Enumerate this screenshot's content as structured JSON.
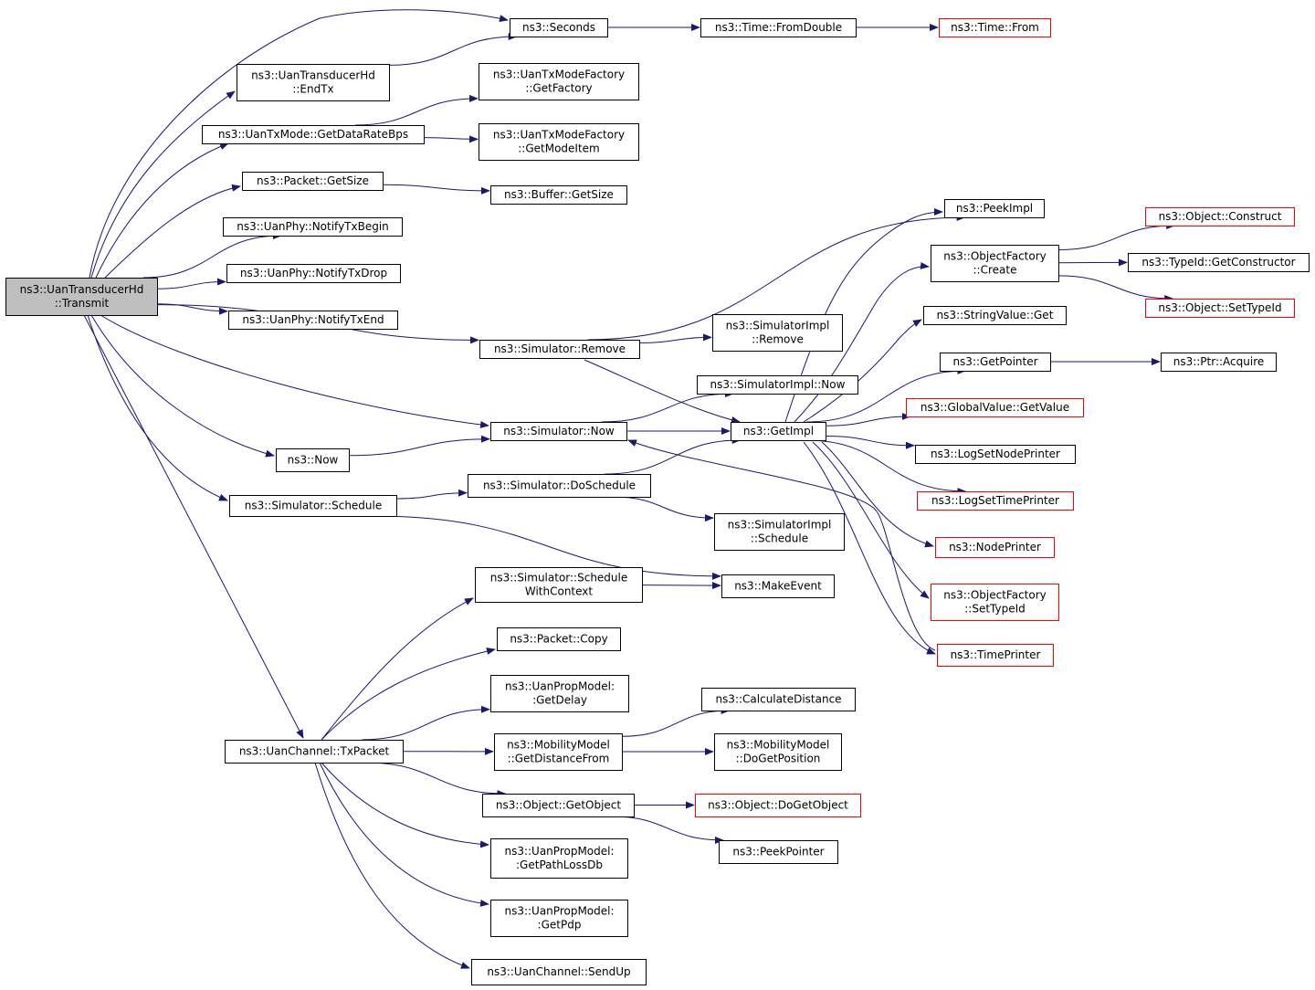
{
  "graph": {
    "kind": "call-graph",
    "root": "transmit",
    "nodes": [
      {
        "id": "transmit",
        "lines": [
          "ns3::UanTransducerHd",
          "::Transmit"
        ],
        "style": "root"
      },
      {
        "id": "seconds",
        "lines": [
          "ns3::Seconds"
        ],
        "style": "normal"
      },
      {
        "id": "fromdouble",
        "lines": [
          "ns3::Time::FromDouble"
        ],
        "style": "normal"
      },
      {
        "id": "timefrom",
        "lines": [
          "ns3::Time::From"
        ],
        "style": "truncated"
      },
      {
        "id": "endtx",
        "lines": [
          "ns3::UanTransducerHd",
          "::EndTx"
        ],
        "style": "normal"
      },
      {
        "id": "getfactory",
        "lines": [
          "ns3::UanTxModeFactory",
          "::GetFactory"
        ],
        "style": "normal"
      },
      {
        "id": "getdatarate",
        "lines": [
          "ns3::UanTxMode::GetDataRateBps"
        ],
        "style": "normal"
      },
      {
        "id": "getmodeitem",
        "lines": [
          "ns3::UanTxModeFactory",
          "::GetModeItem"
        ],
        "style": "normal"
      },
      {
        "id": "packetgetsize",
        "lines": [
          "ns3::Packet::GetSize"
        ],
        "style": "normal"
      },
      {
        "id": "buffergetsize",
        "lines": [
          "ns3::Buffer::GetSize"
        ],
        "style": "normal"
      },
      {
        "id": "notifytxbegin",
        "lines": [
          "ns3::UanPhy::NotifyTxBegin"
        ],
        "style": "normal"
      },
      {
        "id": "notifytxdrop",
        "lines": [
          "ns3::UanPhy::NotifyTxDrop"
        ],
        "style": "normal"
      },
      {
        "id": "notifytxend",
        "lines": [
          "ns3::UanPhy::NotifyTxEnd"
        ],
        "style": "normal"
      },
      {
        "id": "peekimpl",
        "lines": [
          "ns3::PeekImpl"
        ],
        "style": "normal"
      },
      {
        "id": "objfactorycreate",
        "lines": [
          "ns3::ObjectFactory",
          "::Create"
        ],
        "style": "normal"
      },
      {
        "id": "objconstruct",
        "lines": [
          "ns3::Object::Construct"
        ],
        "style": "truncated"
      },
      {
        "id": "getconstructor",
        "lines": [
          "ns3::TypeId::GetConstructor"
        ],
        "style": "normal"
      },
      {
        "id": "settypeid",
        "lines": [
          "ns3::Object::SetTypeId"
        ],
        "style": "truncated"
      },
      {
        "id": "stringvalueget",
        "lines": [
          "ns3::StringValue::Get"
        ],
        "style": "normal"
      },
      {
        "id": "getpointer",
        "lines": [
          "ns3::GetPointer"
        ],
        "style": "normal"
      },
      {
        "id": "ptracquire",
        "lines": [
          "ns3::Ptr::Acquire"
        ],
        "style": "normal"
      },
      {
        "id": "simremove",
        "lines": [
          "ns3::Simulator::Remove"
        ],
        "style": "normal"
      },
      {
        "id": "simimplremove",
        "lines": [
          "ns3::SimulatorImpl",
          "::Remove"
        ],
        "style": "normal"
      },
      {
        "id": "simimplnow",
        "lines": [
          "ns3::SimulatorImpl::Now"
        ],
        "style": "normal"
      },
      {
        "id": "globalvalue",
        "lines": [
          "ns3::GlobalValue::GetValue"
        ],
        "style": "truncated"
      },
      {
        "id": "simnow",
        "lines": [
          "ns3::Simulator::Now"
        ],
        "style": "normal"
      },
      {
        "id": "getimpl",
        "lines": [
          "ns3::GetImpl"
        ],
        "style": "normal"
      },
      {
        "id": "lognodeprinter",
        "lines": [
          "ns3::LogSetNodePrinter"
        ],
        "style": "normal"
      },
      {
        "id": "now",
        "lines": [
          "ns3::Now"
        ],
        "style": "normal"
      },
      {
        "id": "logtimeprinter",
        "lines": [
          "ns3::LogSetTimePrinter"
        ],
        "style": "truncated"
      },
      {
        "id": "doschedule",
        "lines": [
          "ns3::Simulator::DoSchedule"
        ],
        "style": "normal"
      },
      {
        "id": "simschedule",
        "lines": [
          "ns3::Simulator::Schedule"
        ],
        "style": "normal"
      },
      {
        "id": "nodeprinter",
        "lines": [
          "ns3::NodePrinter"
        ],
        "style": "truncated"
      },
      {
        "id": "simimplschedule",
        "lines": [
          "ns3::SimulatorImpl",
          "::Schedule"
        ],
        "style": "normal"
      },
      {
        "id": "objfactsettypeid",
        "lines": [
          "ns3::ObjectFactory",
          "::SetTypeId"
        ],
        "style": "truncated"
      },
      {
        "id": "schedwithctx",
        "lines": [
          "ns3::Simulator::Schedule",
          "WithContext"
        ],
        "style": "normal"
      },
      {
        "id": "makeevent",
        "lines": [
          "ns3::MakeEvent"
        ],
        "style": "normal"
      },
      {
        "id": "packetcopy",
        "lines": [
          "ns3::Packet::Copy"
        ],
        "style": "normal"
      },
      {
        "id": "timeprinter",
        "lines": [
          "ns3::TimePrinter"
        ],
        "style": "truncated"
      },
      {
        "id": "getdelay",
        "lines": [
          "ns3::UanPropModel:",
          ":GetDelay"
        ],
        "style": "normal"
      },
      {
        "id": "calcdistance",
        "lines": [
          "ns3::CalculateDistance"
        ],
        "style": "normal"
      },
      {
        "id": "getdistancefrom",
        "lines": [
          "ns3::MobilityModel",
          "::GetDistanceFrom"
        ],
        "style": "normal"
      },
      {
        "id": "dogetposition",
        "lines": [
          "ns3::MobilityModel",
          "::DoGetPosition"
        ],
        "style": "normal"
      },
      {
        "id": "txpacket",
        "lines": [
          "ns3::UanChannel::TxPacket"
        ],
        "style": "normal"
      },
      {
        "id": "getobject",
        "lines": [
          "ns3::Object::GetObject"
        ],
        "style": "normal"
      },
      {
        "id": "dogetobject",
        "lines": [
          "ns3::Object::DoGetObject"
        ],
        "style": "truncated"
      },
      {
        "id": "peekpointer",
        "lines": [
          "ns3::PeekPointer"
        ],
        "style": "normal"
      },
      {
        "id": "getpathloss",
        "lines": [
          "ns3::UanPropModel:",
          ":GetPathLossDb"
        ],
        "style": "normal"
      },
      {
        "id": "getpdp",
        "lines": [
          "ns3::UanPropModel:",
          ":GetPdp"
        ],
        "style": "normal"
      },
      {
        "id": "sendup",
        "lines": [
          "ns3::UanChannel::SendUp"
        ],
        "style": "normal"
      }
    ],
    "edges": [
      [
        "transmit",
        "seconds"
      ],
      [
        "transmit",
        "endtx"
      ],
      [
        "transmit",
        "getdatarate"
      ],
      [
        "transmit",
        "packetgetsize"
      ],
      [
        "transmit",
        "notifytxbegin"
      ],
      [
        "transmit",
        "notifytxdrop"
      ],
      [
        "transmit",
        "notifytxend"
      ],
      [
        "transmit",
        "simremove"
      ],
      [
        "transmit",
        "simnow"
      ],
      [
        "transmit",
        "now"
      ],
      [
        "transmit",
        "simschedule"
      ],
      [
        "transmit",
        "txpacket"
      ],
      [
        "seconds",
        "fromdouble"
      ],
      [
        "fromdouble",
        "timefrom"
      ],
      [
        "endtx",
        "seconds"
      ],
      [
        "getdatarate",
        "getfactory"
      ],
      [
        "getdatarate",
        "getmodeitem"
      ],
      [
        "packetgetsize",
        "buffergetsize"
      ],
      [
        "simremove",
        "peekimpl"
      ],
      [
        "simremove",
        "simimplremove"
      ],
      [
        "simremove",
        "getimpl"
      ],
      [
        "simnow",
        "simimplnow"
      ],
      [
        "simnow",
        "getimpl"
      ],
      [
        "now",
        "simnow"
      ],
      [
        "simschedule",
        "doschedule"
      ],
      [
        "simschedule",
        "makeevent"
      ],
      [
        "doschedule",
        "getimpl"
      ],
      [
        "doschedule",
        "simimplschedule"
      ],
      [
        "getimpl",
        "peekimpl"
      ],
      [
        "getimpl",
        "objfactorycreate"
      ],
      [
        "getimpl",
        "stringvalueget"
      ],
      [
        "getimpl",
        "getpointer"
      ],
      [
        "getimpl",
        "globalvalue"
      ],
      [
        "getimpl",
        "lognodeprinter"
      ],
      [
        "getimpl",
        "logtimeprinter"
      ],
      [
        "getimpl",
        "nodeprinter"
      ],
      [
        "getimpl",
        "objfactsettypeid"
      ],
      [
        "getimpl",
        "timeprinter"
      ],
      [
        "objfactorycreate",
        "objconstruct"
      ],
      [
        "objfactorycreate",
        "getconstructor"
      ],
      [
        "objfactorycreate",
        "settypeid"
      ],
      [
        "getpointer",
        "ptracquire"
      ],
      [
        "timeprinter",
        "simnow"
      ],
      [
        "schedwithctx",
        "makeevent"
      ],
      [
        "txpacket",
        "schedwithctx"
      ],
      [
        "txpacket",
        "packetcopy"
      ],
      [
        "txpacket",
        "getdelay"
      ],
      [
        "txpacket",
        "getdistancefrom"
      ],
      [
        "txpacket",
        "getobject"
      ],
      [
        "txpacket",
        "getpathloss"
      ],
      [
        "txpacket",
        "getpdp"
      ],
      [
        "txpacket",
        "sendup"
      ],
      [
        "getdistancefrom",
        "calcdistance"
      ],
      [
        "getdistancefrom",
        "dogetposition"
      ],
      [
        "getobject",
        "dogetobject"
      ],
      [
        "getobject",
        "peekpointer"
      ]
    ],
    "colors": {
      "edge": "#191970",
      "root_fill": "#bfbfbf",
      "node_border": "#000000",
      "truncated_border": "#ff0000",
      "background": "#ffffff"
    }
  }
}
